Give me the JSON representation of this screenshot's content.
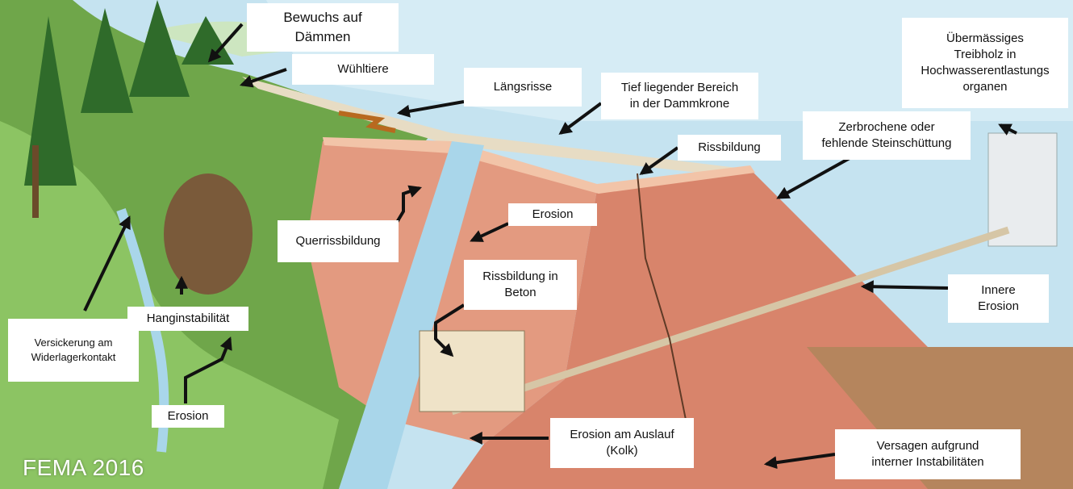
{
  "credit": "FEMA 2016",
  "labels": {
    "bewuchs": "Bewuchs auf\nDämmen",
    "wuehltiere": "Wühltiere",
    "laengsrisse": "Längsrisse",
    "tief_liegend": "Tief liegender Bereich\nin der Dammkrone",
    "treibholz": "Übermässiges\nTreibholz in\nHochwasserentlastungs\norganen",
    "rissbildung": "Rissbildung",
    "steinschuettung": "Zerbrochene oder\nfehlende Steinschüttung",
    "erosion_top": "Erosion",
    "querrissbildung": "Querrissbildung",
    "rissbildung_beton": "Rissbildung in\nBeton",
    "innere_erosion": "Innere\nErosion",
    "hanginstabilitaet": "Hanginstabilität",
    "versickerung": "Versickerung am\nWiderlagerkontakt",
    "erosion_left": "Erosion",
    "erosion_auslauf": "Erosion am Auslauf\n(Kolk)",
    "versagen": "Versagen aufgrund\ninterner Instabilitäten"
  }
}
